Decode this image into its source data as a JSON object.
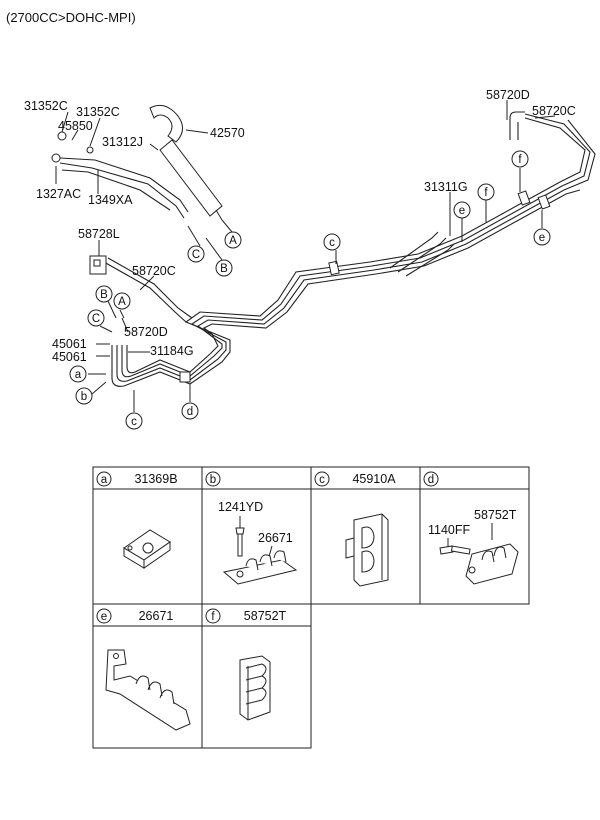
{
  "header": {
    "title": "(2700CC>DOHC-MPI)"
  },
  "callouts": {
    "c31352c_a": "31352C",
    "c31352c_b": "31352C",
    "c45850": "45850",
    "c31312j": "31312J",
    "c42570": "42570",
    "c1327ac": "1327AC",
    "c1349xa": "1349XA",
    "c58728l": "58728L",
    "c58720c_mid": "58720C",
    "c58720d_left": "58720D",
    "c31184g": "31184G",
    "c45061_a": "45061",
    "c45061_b": "45061",
    "c58720d_top": "58720D",
    "c58720c_top": "58720C",
    "c31311g": "31311G"
  },
  "letters": {
    "A1": "A",
    "B1": "B",
    "C1": "C",
    "A2": "A",
    "B2": "B",
    "C2": "C",
    "a": "a",
    "b": "b",
    "c_bottom": "c",
    "c_mid": "c",
    "d": "d",
    "e1": "e",
    "e2": "e",
    "f1": "f",
    "f2": "f"
  },
  "table": {
    "cells": [
      {
        "key": "a",
        "part": "31369B"
      },
      {
        "key": "b",
        "part": "",
        "subparts": [
          "1241YD",
          "26671"
        ]
      },
      {
        "key": "c",
        "part": "45910A"
      },
      {
        "key": "d",
        "part": "",
        "subparts": [
          "1140FF",
          "58752T"
        ]
      },
      {
        "key": "e",
        "part": "26671"
      },
      {
        "key": "f",
        "part": "58752T"
      }
    ]
  }
}
